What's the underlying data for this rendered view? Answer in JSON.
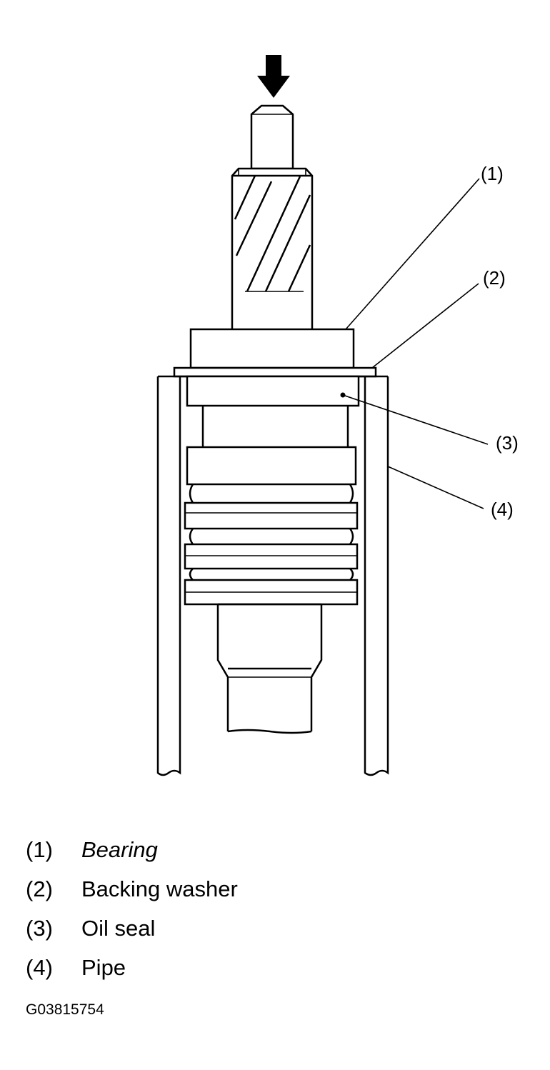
{
  "callouts": [
    {
      "id": "1",
      "text": "(1)"
    },
    {
      "id": "2",
      "text": "(2)"
    },
    {
      "id": "3",
      "text": "(3)"
    },
    {
      "id": "4",
      "text": "(4)"
    }
  ],
  "legend": [
    {
      "number": "(1)",
      "label": "Bearing"
    },
    {
      "number": "(2)",
      "label": "Backing washer"
    },
    {
      "number": "(3)",
      "label": "Oil seal"
    },
    {
      "number": "(4)",
      "label": "Pipe"
    }
  ],
  "figure_id": "G03815754",
  "colors": {
    "ink": "#000000",
    "background": "#ffffff"
  },
  "icons": {
    "press_direction": "arrow-down-icon"
  }
}
